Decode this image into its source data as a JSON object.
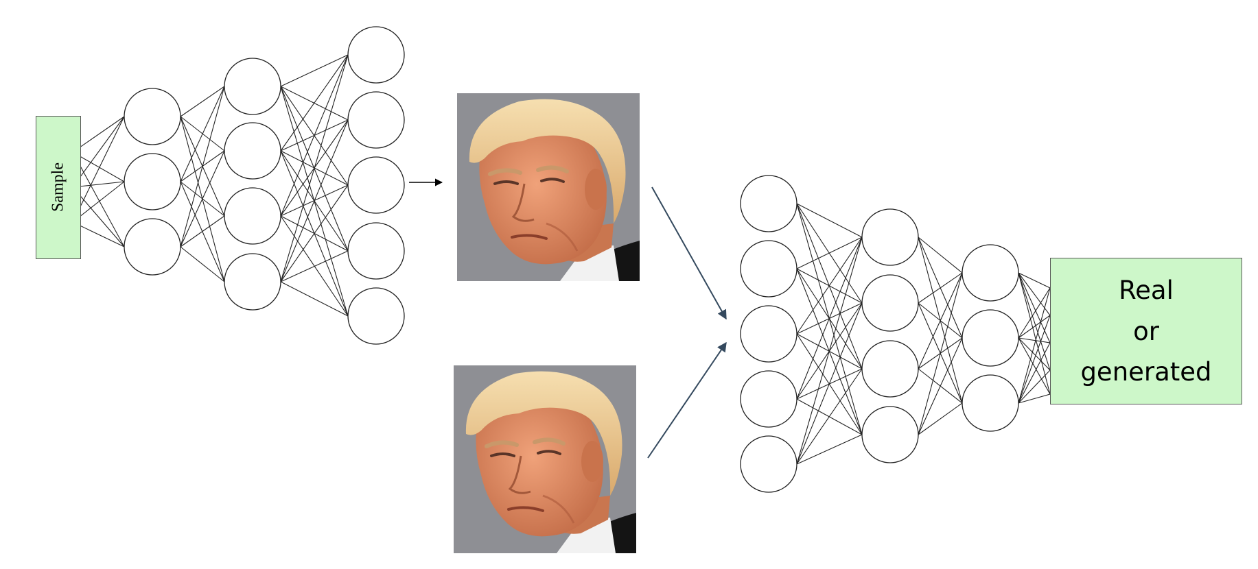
{
  "sample_label": "Sample",
  "output": {
    "line1": "Real",
    "line2": "or",
    "line3": "generated"
  },
  "colors": {
    "box_fill": "#cdf7c9",
    "node_stroke": "#222222",
    "arrow_color": "#34495e",
    "photo_background": "#8e8f94"
  },
  "generator": {
    "layers": [
      3,
      4,
      5
    ]
  },
  "discriminator": {
    "layers": [
      5,
      4,
      3
    ]
  },
  "images": [
    {
      "name": "generated-face-photo",
      "icon": "face-portrait"
    },
    {
      "name": "real-face-photo",
      "icon": "face-portrait"
    }
  ]
}
